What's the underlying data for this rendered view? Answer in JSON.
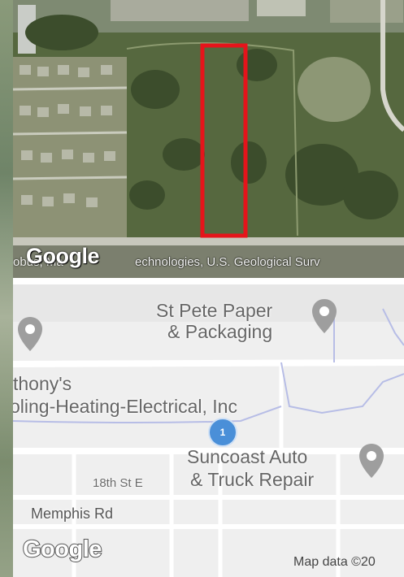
{
  "satellite": {
    "attribution_left": "obus, Ma",
    "attribution": "echnologies, U.S. Geological Surv",
    "logo": "Google",
    "highlight_color": "#e5141b"
  },
  "roadmap": {
    "pois": [
      {
        "name_line1": "St Pete Paper",
        "name_line2": "& Packaging",
        "icon": "map-pin-icon"
      },
      {
        "name_line1": "thony's",
        "name_line2": "oling-Heating-Electrical, Inc",
        "icon": "map-pin-icon"
      },
      {
        "name_line1": "Suncoast Auto",
        "name_line2": "& Truck Repair",
        "icon": "map-pin-icon"
      }
    ],
    "streets": {
      "s18th": "18th St E",
      "memphis": "Memphis Rd"
    },
    "marker_label": "1",
    "marker_color": "#4a8fd8",
    "logo": "Google",
    "attribution": "Map data ©20"
  }
}
